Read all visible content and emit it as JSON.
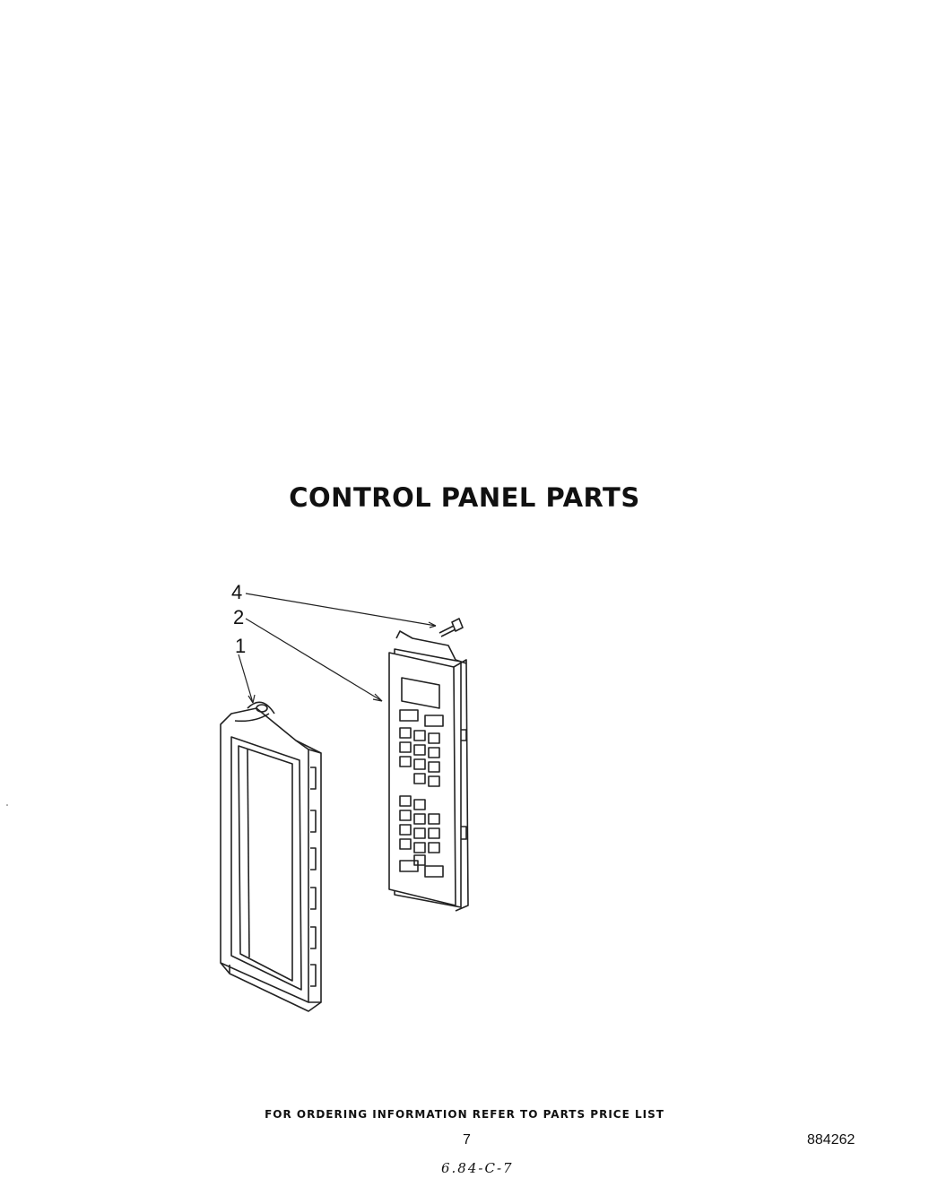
{
  "title": "CONTROL PANEL PARTS",
  "callouts": [
    {
      "id": "4",
      "label": "4"
    },
    {
      "id": "2",
      "label": "2"
    },
    {
      "id": "1",
      "label": "1"
    }
  ],
  "footer": {
    "ordering_note": "FOR ORDERING INFORMATION REFER TO PARTS PRICE LIST",
    "page_number": "7",
    "document_number": "884262",
    "handwritten_mark": "6.84-C-7"
  }
}
